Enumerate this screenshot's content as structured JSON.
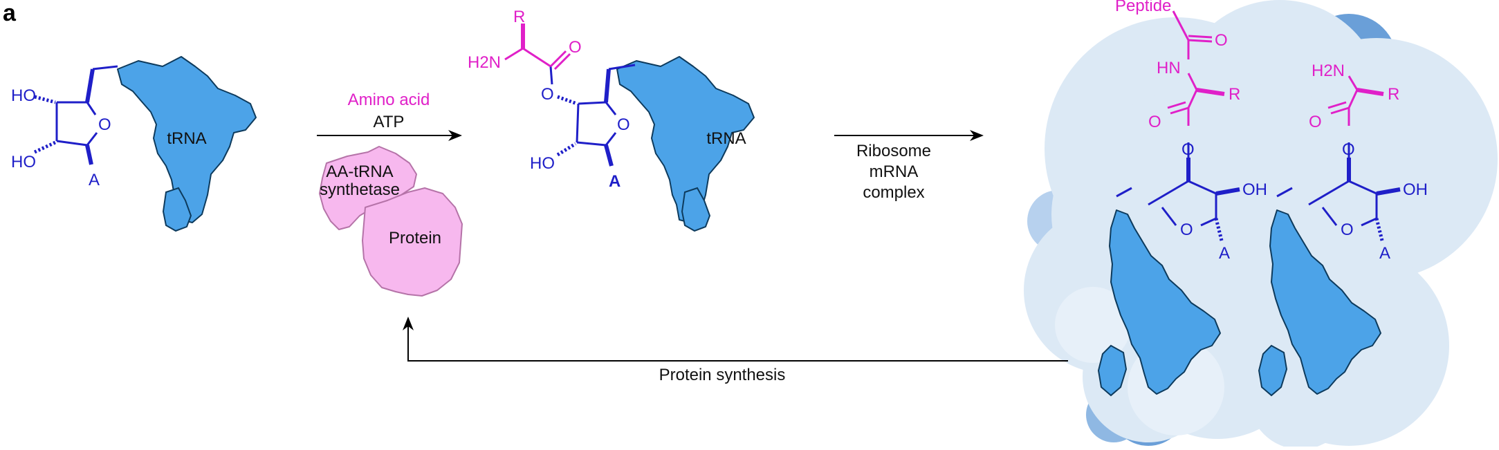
{
  "panel_label": "a",
  "step1": {
    "reagent_top": "Amino acid",
    "reagent_bottom": "ATP"
  },
  "enzyme": {
    "label_line1": "AA-tRNA",
    "label_line2": "synthetase",
    "protein_label": "Protein"
  },
  "step2": {
    "line1": "Ribosome",
    "line2": "mRNA",
    "line3": "complex"
  },
  "return_arrow": {
    "label": "Protein synthesis"
  },
  "trna_label": "tRNA",
  "chem": {
    "ho": "HO",
    "oh": "OH",
    "o": "O",
    "a": "A",
    "h2n": "H2N",
    "r": "R",
    "nh": "HN",
    "peptide": "Peptide"
  },
  "colors": {
    "trna": "#4ca3e8",
    "ribosome": "#dce9f5",
    "ribosome_dark": "#6a9fd8",
    "enzyme": "#f7b8ee",
    "amino_acid": "#e020c8",
    "sugar": "#1f1fc8"
  }
}
